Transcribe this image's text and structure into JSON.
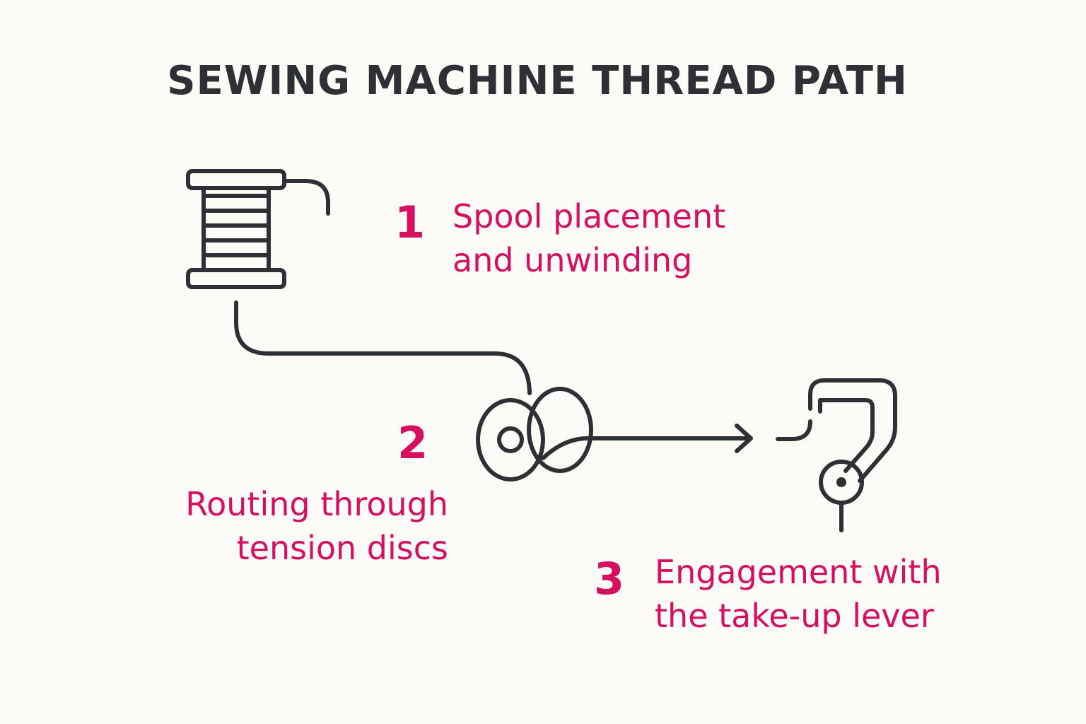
{
  "title": "SEWING MACHINE THREAD PATH",
  "colors": {
    "background": "#fcfbf8",
    "ink": "#2d3034",
    "accent": "#d5105f"
  },
  "steps": [
    {
      "number": "1",
      "lines": [
        "Spool placement",
        "and unwinding"
      ],
      "icon": "spool-icon"
    },
    {
      "number": "2",
      "lines": [
        "Routing through",
        "tension discs"
      ],
      "icon": "tension-discs-icon"
    },
    {
      "number": "3",
      "lines": [
        "Engagement with",
        "the take-up lever"
      ],
      "icon": "take-up-lever-icon"
    }
  ]
}
